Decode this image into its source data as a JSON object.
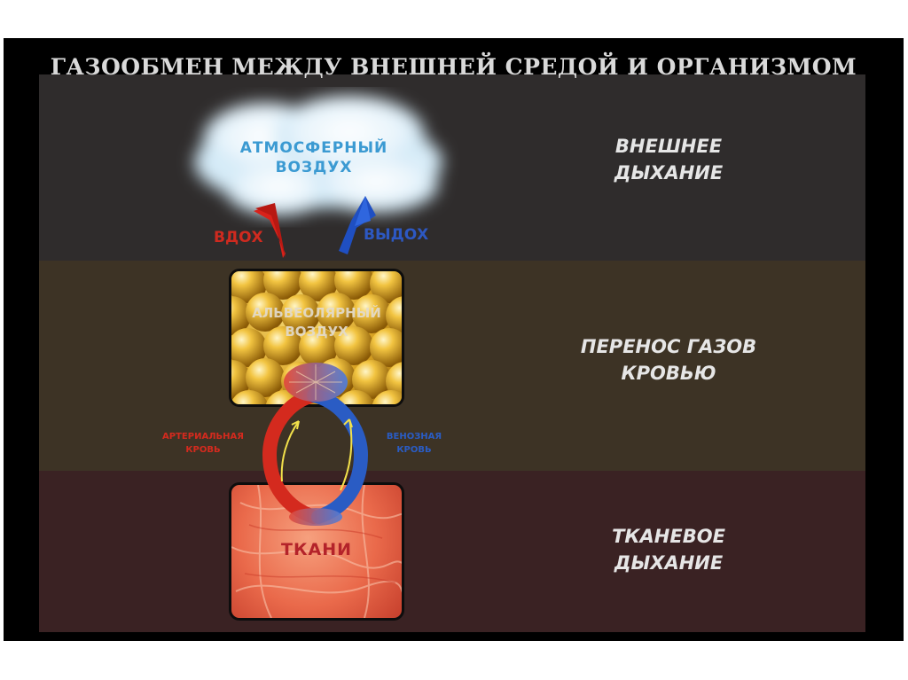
{
  "title": "ГАЗООБМЕН МЕЖДУ ВНЕШНЕЙ СРЕДОЙ И ОРГАНИЗМОМ",
  "stages": {
    "external": [
      "ВНЕШНЕЕ",
      "ДЫХАНИЕ"
    ],
    "transport": [
      "ПЕРЕНОС ГАЗОВ",
      "КРОВЬЮ"
    ],
    "tissue": [
      "ТКАНЕВОЕ",
      "ДЫХАНИЕ"
    ]
  },
  "cloud": [
    "АТМОСФЕРНЫЙ",
    "ВОЗДУХ"
  ],
  "inhale": "ВДОХ",
  "exhale": "ВЫДОХ",
  "alveolar": [
    "АЛЬВЕОЛЯРНЫЙ",
    "ВОЗДУХ"
  ],
  "arterial": [
    "АРТЕРИАЛЬНАЯ",
    "КРОВЬ"
  ],
  "venous": [
    "ВЕНОЗНАЯ",
    "КРОВЬ"
  ],
  "tissues": "ТКАНИ",
  "colors": {
    "arterial": "#d42a1e",
    "venous": "#2a5cc4",
    "inhale_arrow": "#d8221a",
    "exhale_arrow": "#1f4fc2"
  }
}
